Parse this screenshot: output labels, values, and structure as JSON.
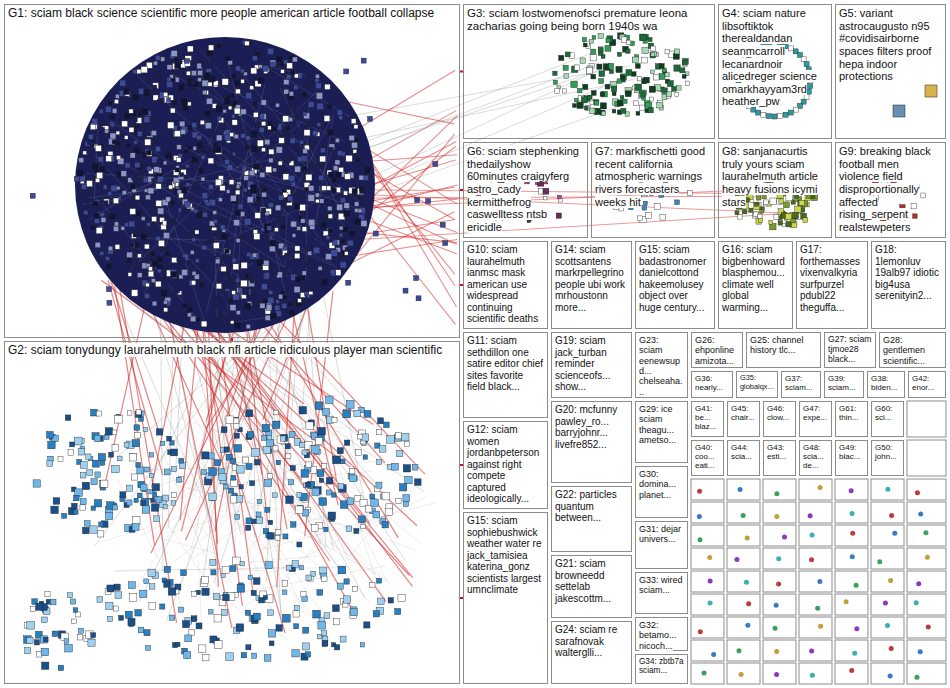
{
  "diagram": {
    "nodes": [
      {
        "text": [
          "G1: sciam black science scientific more people american article football collapse"
        ]
      },
      {
        "text": [
          "G3: sciam lostwomenofsci premature leona zacharias going being born 1940s wa"
        ]
      },
      {
        "text": [
          "G4: sciam nature libsoftiktok therealdandan seanmcarroll lecanardnoir alicedreger science omarkhayyam3rd heather_pw"
        ]
      },
      {
        "text": [
          "G5: variant astrocaugusto n95 #covidisairborne spaces filters proof hepa indoor protections"
        ]
      },
      {
        "text": [
          "G6: sciam stephenking thedailyshow 60minutes craigyferg astro_cady kermitthefrog caswelltess ntsb ericidle"
        ]
      },
      {
        "text": [
          "G7: markfischetti good recent california atmospheric warnings rivers forecasters weeks hit"
        ]
      },
      {
        "text": [
          "G8: sanjanacurtis truly yours sciam laurahelmuth article heavy fusions icymi stars"
        ]
      },
      {
        "text": [
          "G9: breaking black football men violence field disproportionally affected rising_serpent realstewpeters"
        ]
      },
      {
        "text": [
          "G10: sciam laurahelmuth ianmsc mask american use widespread continuing scientific deaths"
        ]
      },
      {
        "text": [
          "G14: sciam scottsantens markrpellegrino people ubi work mrhoustonn more..."
        ]
      },
      {
        "text": [
          "G15: sciam badastronomer danielcottond hakeemolusey object over huge century..."
        ]
      },
      {
        "text": [
          "G16: sciam bigbenhoward blasphemou... climate well global warming..."
        ]
      },
      {
        "text": [
          "G17: forthemasses vixenvalkyria surfpurzel pdubl22 theguffa..."
        ]
      },
      {
        "text": [
          "G18: 1lemonluv 19alb97 idiotic big4usa serenityin2..."
        ]
      },
      {
        "text": [
          "G11: sciam sethdillon one satire editor chief sites favorite field black..."
        ]
      },
      {
        "text": [
          "G19: sciam jack_turban reminder scienceofs... show..."
        ]
      },
      {
        "text": [
          "G23: sciam eenewsupd... chelseaha..."
        ]
      },
      {
        "text": [
          "G26: ehponline amizota..."
        ]
      },
      {
        "text": [
          "G25: channel history tlc..."
        ]
      },
      {
        "text": [
          "G27: sciam tjmoe28 black..."
        ]
      },
      {
        "text": [
          "G28: gentlemen scientific..."
        ]
      },
      {
        "text": [
          "G36: nearly..."
        ]
      },
      {
        "text": [
          "G35: globalqx..."
        ]
      },
      {
        "text": [
          "G37: sciam..."
        ]
      },
      {
        "text": [
          "G39: sciam..."
        ]
      },
      {
        "text": [
          "G38: biden..."
        ]
      },
      {
        "text": [
          "G42: enor..."
        ]
      },
      {
        "text": [
          "G2: sciam tonydungy laurahelmuth black nfl article ridiculous player man scientific"
        ]
      },
      {
        "text": [
          "G12: sciam women jordanbpeterson against right compete captured ideologically..."
        ]
      },
      {
        "text": [
          "G20: mcfunny pawley_ro... barryjohnr... livefre852..."
        ]
      },
      {
        "text": [
          "G29: ice sciam theagu... ametso..."
        ]
      },
      {
        "text": [
          "G41: be... blaz..."
        ]
      },
      {
        "text": [
          "G45: chair..."
        ]
      },
      {
        "text": [
          "G46: clow..."
        ]
      },
      {
        "text": [
          "G47: expe..."
        ]
      },
      {
        "text": [
          "G61: thin..."
        ]
      },
      {
        "text": [
          "G60: sci..."
        ]
      },
      {
        "text": [
          "G22: particles quantum between..."
        ]
      },
      {
        "text": [
          "G30: domina... planet..."
        ]
      },
      {
        "text": [
          "G40: coo... eati..."
        ]
      },
      {
        "text": [
          "G44: scia..."
        ]
      },
      {
        "text": [
          "G43: esti..."
        ]
      },
      {
        "text": [
          "G48: scia... de..."
        ]
      },
      {
        "text": [
          "G49: blac..."
        ]
      },
      {
        "text": [
          "G50: john..."
        ]
      },
      {
        "text": [
          "G15: sciam sophiebushwick weather water re jack_tamisiea katerina_gonz scientists largest umnclimate"
        ]
      },
      {
        "text": [
          "G21: sciam browneedd settelab jakescottm..."
        ]
      },
      {
        "text": [
          "G31: dejar univers..."
        ]
      },
      {
        "text": [
          "G33: wired sciam..."
        ]
      },
      {
        "text": [
          "G24: sciam re sarafnovak walterglli..."
        ]
      },
      {
        "text": [
          "G32: betamo... nicoch..."
        ]
      },
      {
        "text": [
          "G34: zbtb7a sciam..."
        ]
      }
    ],
    "edges": [
      {
        "from": 0,
        "to": 27,
        "arrow": "none"
      },
      {
        "from": 0,
        "to": 1,
        "arrow": "none"
      },
      {
        "from": 0,
        "to": 4,
        "arrow": "none"
      },
      {
        "from": 0,
        "to": 8,
        "arrow": "none"
      },
      {
        "from": 27,
        "to": 28,
        "arrow": "none"
      },
      {
        "from": 27,
        "to": 45,
        "arrow": "none"
      }
    ]
  }
}
